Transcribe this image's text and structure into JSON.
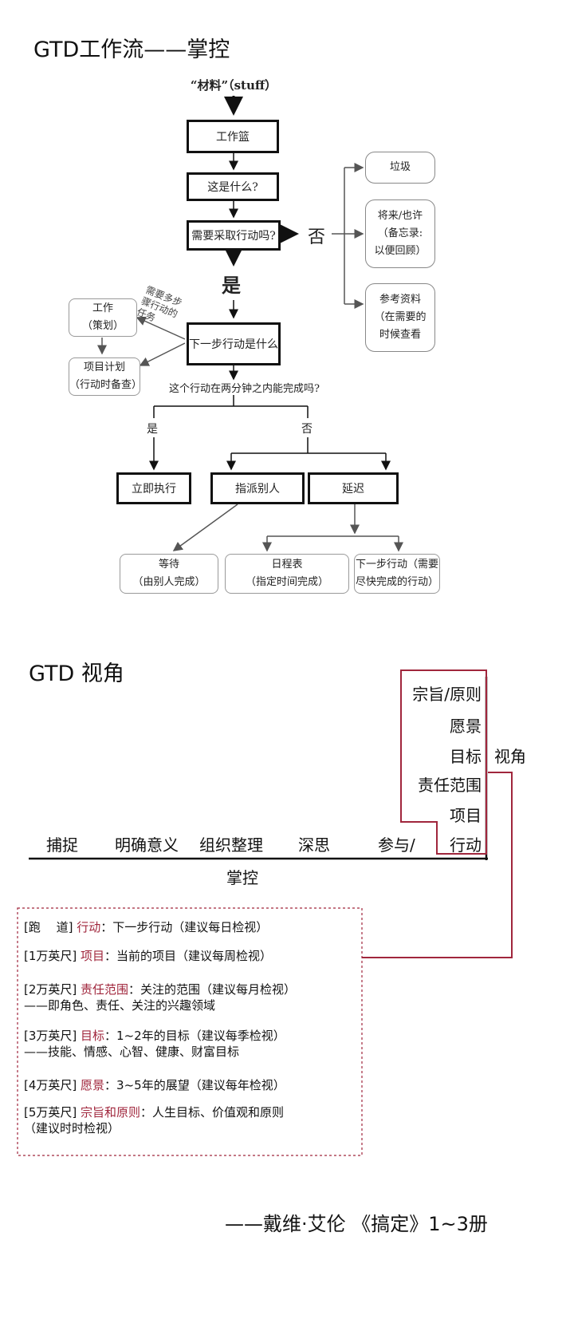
{
  "section1": {
    "title": "GTD工作流——掌控",
    "stuff_label": "“材料”（stuff）",
    "inbox": "工作篮",
    "what_is_it": "这是什么?",
    "actionable": "需要采取行动吗?",
    "no_big": "否",
    "yes_big": "是",
    "trash": "垃圾",
    "someday": [
      "将来/也许",
      "（备忘录:",
      "以便回顾）"
    ],
    "reference": [
      "参考资料",
      "（在需要的",
      "时候查看"
    ],
    "multi_step": [
      "需要多步",
      "骤行动的",
      "任务"
    ],
    "project_plan_box": [
      "工作",
      "（策划）"
    ],
    "project_plans": [
      "项目计划",
      "（行动时备查）"
    ],
    "next_action": "下一步行动是什么",
    "two_minutes": "这个行动在两分钟之内能完成吗?",
    "yes_small": "是",
    "no_small": "否",
    "do_it": "立即执行",
    "delegate": "指派别人",
    "defer": "延迟",
    "waiting": [
      "等待",
      "（由别人完成）"
    ],
    "calendar": [
      "日程表",
      "（指定时间完成）"
    ],
    "next_actions_list": [
      "下一步行动（需要",
      "尽快完成的行动）"
    ]
  },
  "section2": {
    "title": "GTD 视角",
    "vertical_items": [
      "宗旨/原则",
      "愿景",
      "目标",
      "责任范围",
      "项目",
      "行动"
    ],
    "perspective_label": "视角",
    "horizontal_items": [
      "捕捉",
      "明确意义",
      "组织整理",
      "深思",
      "参与/"
    ],
    "control_label": "掌控"
  },
  "legend": [
    {
      "level": "[跑　 道]",
      "term": "行动",
      "rest": "：下一步行动（建议每日检视）",
      "extra": ""
    },
    {
      "level": "[1万英尺]",
      "term": "项目",
      "rest": "：当前的项目（建议每周检视）",
      "extra": ""
    },
    {
      "level": "[2万英尺]",
      "term": "责任范围",
      "rest": "：关注的范围（建议每月检视）",
      "extra": "——即角色、责任、关注的兴趣领域"
    },
    {
      "level": "[3万英尺]",
      "term": "目标",
      "rest": "：1~2年的目标（建议每季检视）",
      "extra": "——技能、情感、心智、健康、财富目标"
    },
    {
      "level": "[4万英尺]",
      "term": "愿景",
      "rest": "：3~5年的展望（建议每年检视）",
      "extra": ""
    },
    {
      "level": "[5万英尺]",
      "term": "宗旨和原则",
      "rest": "：人生目标、价值观和原则",
      "extra": "（建议时时检视）"
    }
  ],
  "citation": "——戴维·艾伦 《搞定》1~3册",
  "colors": {
    "accent": "#a0263c",
    "line": "#111111",
    "soft_box": "#888888"
  }
}
